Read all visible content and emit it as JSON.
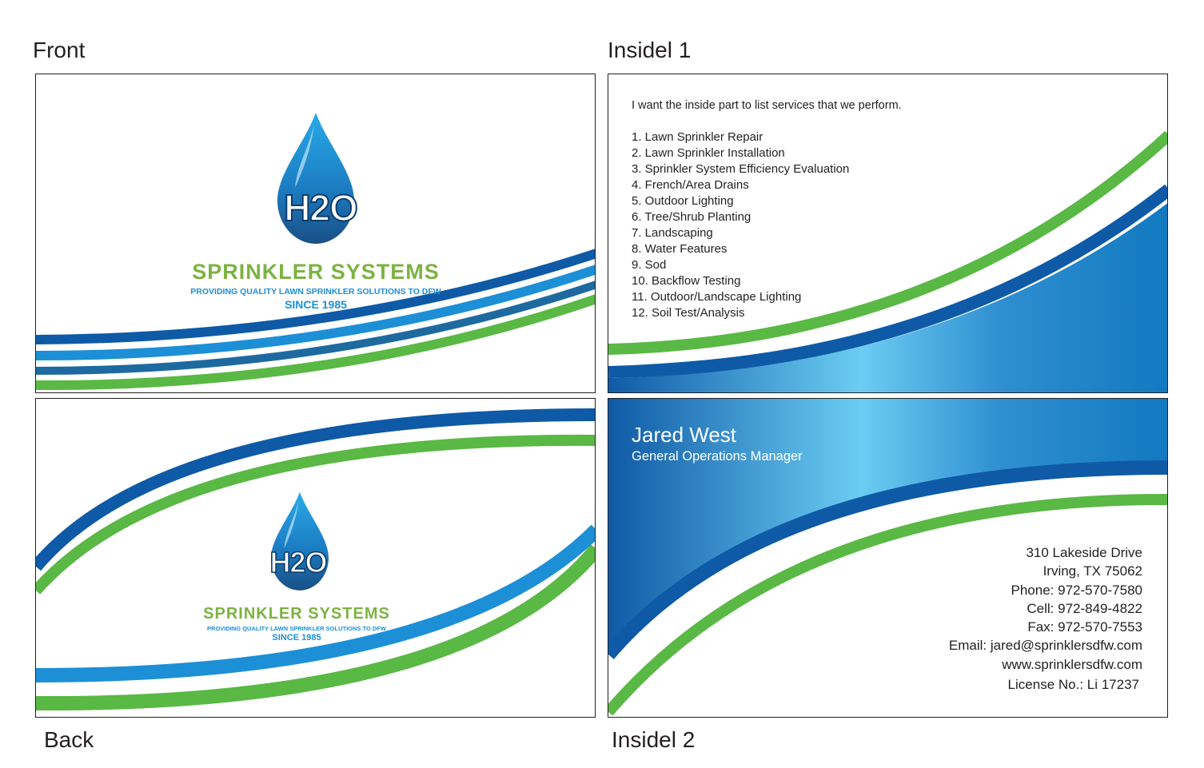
{
  "labels": {
    "front": "Front",
    "inside1": "Insidel 1",
    "back": "Back",
    "inside2": "Insidel 2"
  },
  "logo": {
    "mark": "H2O",
    "name": "SPRINKLER SYSTEMS",
    "tagline": "PROVIDING QUALITY LAWN SPRINKLER SOLUTIONS TO DFW",
    "since": "SINCE  1985"
  },
  "inside1": {
    "intro": "I want the inside part to list services that we perform.",
    "services": [
      "1. Lawn Sprinkler Repair",
      "2. Lawn Sprinkler Installation",
      "3. Sprinkler System Efficiency Evaluation",
      "4. French/Area Drains",
      "5. Outdoor Lighting",
      "6. Tree/Shrub Planting",
      "7. Landscaping",
      "8. Water Features",
      "9. Sod",
      "10. Backflow Testing",
      "11. Outdoor/Landscape Lighting",
      "12. Soil Test/Analysis"
    ]
  },
  "inside2": {
    "name": "Jared West",
    "title": "General Operations Manager",
    "address1": "310 Lakeside Drive",
    "address2": "Irving, TX 75062",
    "phone": "Phone: 972-570-7580",
    "cell": "Cell: 972-849-4822",
    "fax": "Fax: 972-570-7553",
    "email": "Email: jared@sprinklersdfw.com",
    "web": "www.sprinklersdfw.com",
    "license": "License No.: Li 17237"
  },
  "colors": {
    "dark_blue": "#0f5aa6",
    "light_blue": "#1d8fd6",
    "green": "#5ab845",
    "steel_blue": "#1e6aa0",
    "cyan_highlight": "#6ccdf3"
  }
}
